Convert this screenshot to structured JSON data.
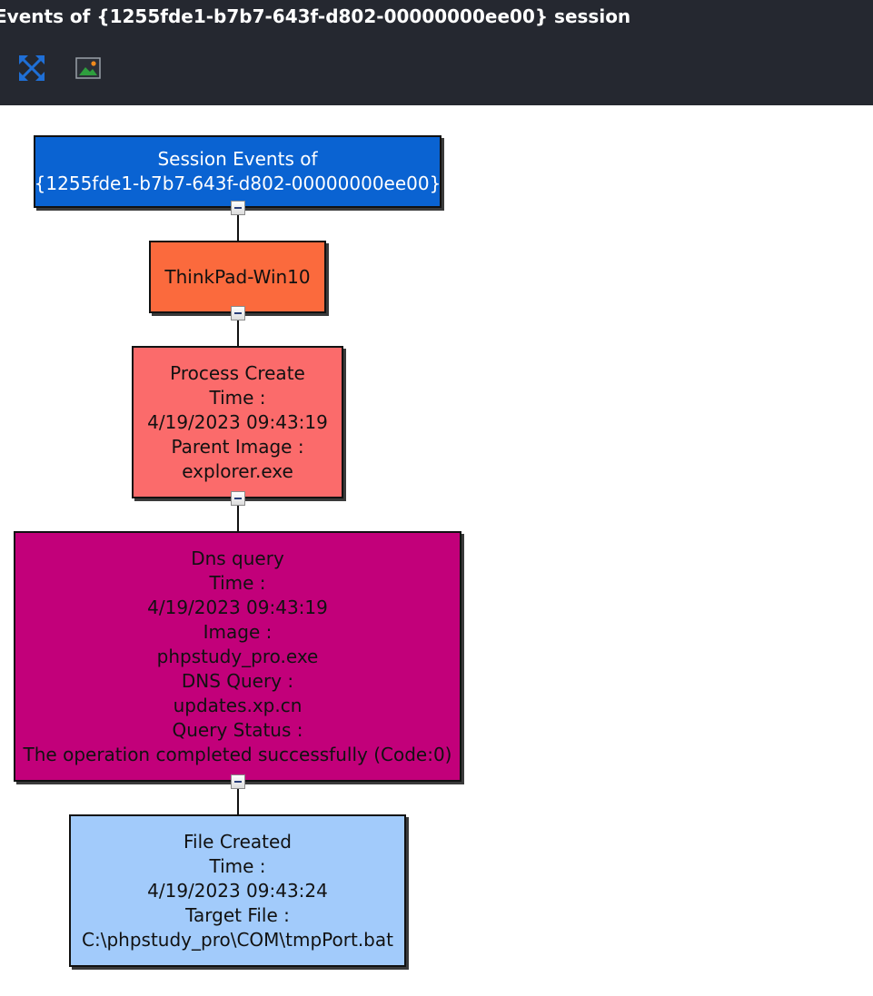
{
  "window": {
    "title": "Events of {1255fde1-b7b7-643f-d802-00000000ee00} session"
  },
  "toolbar": {
    "buttons": [
      {
        "icon": "fit-to-screen-icon",
        "color": "#1f6fd6"
      },
      {
        "icon": "export-image-icon",
        "color": "#2e9e3e"
      }
    ]
  },
  "colors": {
    "header_bg": "#252830",
    "session_node": "#0a63d2",
    "host_node": "#fb6a3d",
    "process_node": "#fb6b6b",
    "dns_node": "#c2007a",
    "file_node": "#a2cbfb"
  },
  "graph": {
    "session_node": {
      "lines": [
        "Session Events of",
        "{1255fde1-b7b7-643f-d802-00000000ee00}"
      ]
    },
    "host_node": {
      "lines": [
        "ThinkPad-Win10"
      ]
    },
    "process_node": {
      "lines": [
        "Process Create",
        "Time :",
        "4/19/2023 09:43:19",
        "Parent Image :",
        "explorer.exe"
      ]
    },
    "dns_node": {
      "lines": [
        "Dns query",
        "Time :",
        "4/19/2023 09:43:19",
        "Image :",
        "phpstudy_pro.exe",
        "DNS Query :",
        "updates.xp.cn",
        "Query Status :",
        "The operation completed successfully (Code:0)"
      ]
    },
    "file_node": {
      "lines": [
        "File Created",
        "Time :",
        "4/19/2023 09:43:24",
        "Target File :",
        "C:\\phpstudy_pro\\COM\\tmpPort.bat"
      ]
    }
  }
}
